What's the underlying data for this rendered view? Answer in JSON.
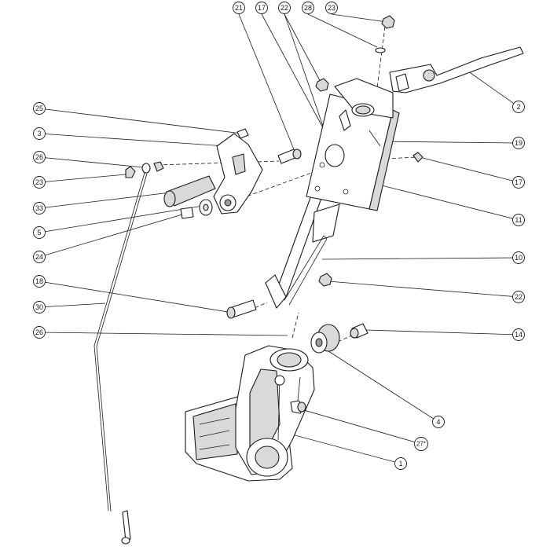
{
  "callouts": [
    {
      "id": "c21",
      "label": "21"
    },
    {
      "id": "c17a",
      "label": "17"
    },
    {
      "id": "c22a",
      "label": "22"
    },
    {
      "id": "c28",
      "label": "28"
    },
    {
      "id": "c23a",
      "label": "23"
    },
    {
      "id": "c25",
      "label": "25"
    },
    {
      "id": "c3",
      "label": "3"
    },
    {
      "id": "c26a",
      "label": "26"
    },
    {
      "id": "c23b",
      "label": "23"
    },
    {
      "id": "c33",
      "label": "33"
    },
    {
      "id": "c5",
      "label": "5"
    },
    {
      "id": "c24",
      "label": "24"
    },
    {
      "id": "c18",
      "label": "18"
    },
    {
      "id": "c30",
      "label": "30"
    },
    {
      "id": "c26b",
      "label": "26"
    },
    {
      "id": "c2",
      "label": "2"
    },
    {
      "id": "c19",
      "label": "19"
    },
    {
      "id": "c17b",
      "label": "17"
    },
    {
      "id": "c11",
      "label": "11"
    },
    {
      "id": "c10",
      "label": "10"
    },
    {
      "id": "c22b",
      "label": "22"
    },
    {
      "id": "c14",
      "label": "14"
    },
    {
      "id": "c4",
      "label": "4"
    },
    {
      "id": "c27",
      "label": "27*"
    },
    {
      "id": "c1",
      "label": "1"
    }
  ]
}
